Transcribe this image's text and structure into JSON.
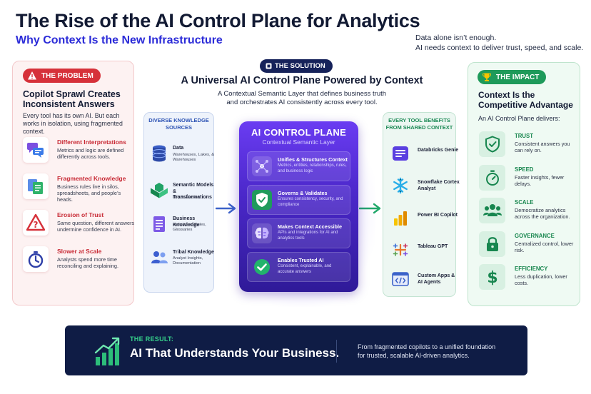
{
  "header": {
    "title": "The Rise of the AI Control Plane for Analytics",
    "subtitle": "Why Context Is the New Infrastructure",
    "tagline_line1": "Data alone isn’t enough.",
    "tagline_line2": "AI needs context to deliver trust, speed, and scale."
  },
  "problem": {
    "badge": "THE PROBLEM",
    "heading_line1": "Copilot Sprawl Creates",
    "heading_line2": "Inconsistent Answers",
    "description": "Every tool has its own AI. But each works in isolation, using fragmented context.",
    "items": [
      {
        "title": "Different Interpretations",
        "desc": "Metrics and logic are defined differently across tools.",
        "icon": "chat-bubbles-icon"
      },
      {
        "title": "Fragmented Knowledge",
        "desc": "Business rules live in silos, spreadsheets, and people’s heads.",
        "icon": "documents-icon"
      },
      {
        "title": "Erosion of Trust",
        "desc": "Same question, different answers undermine confidence in AI.",
        "icon": "warning-question-icon"
      },
      {
        "title": "Slower at Scale",
        "desc": "Analysts spend more time reconciling and explaining.",
        "icon": "stopwatch-icon"
      }
    ]
  },
  "solution": {
    "badge": "THE SOLUTION",
    "title": "A Universal AI Control Plane Powered by Context",
    "desc_line1": "A Contextual Semantic Layer that defines business truth",
    "desc_line2": "and orchestrates AI consistently across every tool."
  },
  "sources": {
    "heading_line1": "DIVERSE KNOWLEDGE",
    "heading_line2": "SOURCES",
    "items": [
      {
        "title": "Data",
        "desc": "Warehouses, Lakes, & Warehouses",
        "icon": "database-icon"
      },
      {
        "title": "Semantic Models & Transformations",
        "desc": "dbt, BI Models",
        "icon": "cubes-icon"
      },
      {
        "title": "Business Knowledge",
        "desc": "Definitions, Rules, Glossaries",
        "icon": "document-icon"
      },
      {
        "title": "Tribal Knowledge",
        "desc": "Analyst Insights, Documentation",
        "icon": "people-icon"
      }
    ]
  },
  "control_plane": {
    "title": "AI CONTROL PLANE",
    "subtitle": "Contextual Semantic Layer",
    "items": [
      {
        "title": "Unifies & Structures Context",
        "desc": "Metrics, entities, relationships, rules, and business logic",
        "icon": "network-icon"
      },
      {
        "title": "Governs & Validates",
        "desc": "Ensures consistency, security, and compliance",
        "icon": "shield-check-icon"
      },
      {
        "title": "Makes Context Accessible",
        "desc": "APIs and integrations for AI and analytics tools",
        "icon": "brain-icon"
      },
      {
        "title": "Enables Trusted AI",
        "desc": "Consistent, explainable, and accurate answers",
        "icon": "check-circle-icon"
      }
    ]
  },
  "tools": {
    "heading_line1": "EVERY TOOL BENEFITS",
    "heading_line2": "FROM SHARED CONTEXT",
    "items": [
      {
        "title": "Databricks Genie",
        "icon": "databricks-icon"
      },
      {
        "title": "Snowflake Cortex Analyst",
        "icon": "snowflake-icon"
      },
      {
        "title": "Power BI Copilot",
        "icon": "powerbi-icon"
      },
      {
        "title": "Tableau GPT",
        "icon": "tableau-icon"
      },
      {
        "title": "Custom Apps & AI Agents",
        "icon": "code-window-icon"
      }
    ]
  },
  "impact": {
    "badge": "THE IMPACT",
    "heading_line1": "Context Is the",
    "heading_line2": "Competitive Advantage",
    "description": "An AI Control Plane delivers:",
    "items": [
      {
        "title": "TRUST",
        "desc": "Consistent answers you can rely on.",
        "icon": "shield-check-icon"
      },
      {
        "title": "SPEED",
        "desc": "Faster insights, fewer delays.",
        "icon": "timer-icon"
      },
      {
        "title": "SCALE",
        "desc": "Democratize analytics across the organization.",
        "icon": "group-icon"
      },
      {
        "title": "GOVERNANCE",
        "desc": "Centralized control, lower risk.",
        "icon": "lock-icon"
      },
      {
        "title": "EFFICIENCY",
        "desc": "Less duplication, lower costs.",
        "icon": "dollar-icon"
      }
    ]
  },
  "result": {
    "label": "THE RESULT:",
    "title": "AI That Understands Your Business.",
    "desc_line1": "From fragmented copilots to a unified foundation",
    "desc_line2": "for trusted, scalable AI-driven analytics."
  },
  "colors": {
    "problem_red": "#d6313a",
    "impact_green": "#1e9a5a",
    "brand_purple": "#5a32e0",
    "navy": "#0f1c45",
    "accent_blue": "#2b2bd8"
  }
}
